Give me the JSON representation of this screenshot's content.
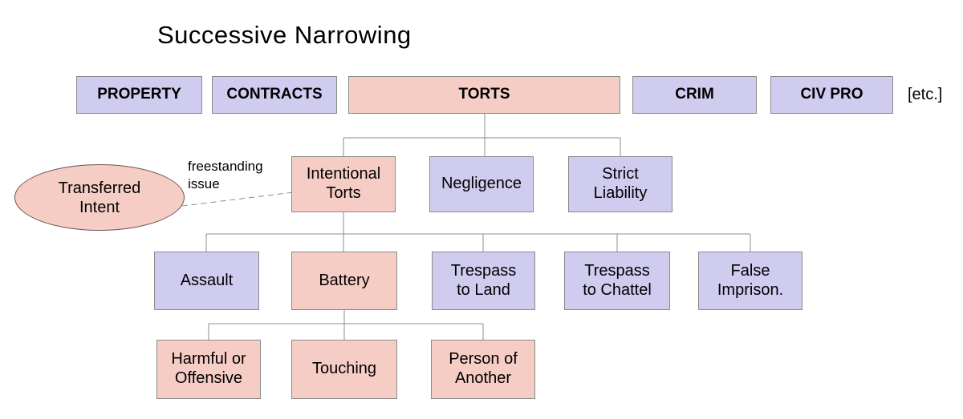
{
  "title": "Successive Narrowing",
  "colors": {
    "pink_fill": "#f6cdc5",
    "lavender_fill": "#d0ccf0",
    "box_border": "#8a8a8a",
    "ellipse_border": "#6e5353",
    "connector_line": "#8c8c8c",
    "text": "#000000",
    "background": "#ffffff"
  },
  "level1": {
    "suffix": "[etc.]",
    "items": [
      {
        "label": "PROPERTY",
        "variant": "lavender"
      },
      {
        "label": "CONTRACTS",
        "variant": "lavender"
      },
      {
        "label": "TORTS",
        "variant": "pink"
      },
      {
        "label": "CRIM",
        "variant": "lavender"
      },
      {
        "label": "CIV PRO",
        "variant": "lavender"
      }
    ]
  },
  "level2": {
    "parent": "TORTS",
    "items": [
      {
        "label": "Intentional\nTorts",
        "variant": "pink"
      },
      {
        "label": "Negligence",
        "variant": "lavender"
      },
      {
        "label": "Strict\nLiability",
        "variant": "lavender"
      }
    ]
  },
  "level3": {
    "parent": "Intentional Torts",
    "items": [
      {
        "label": "Assault",
        "variant": "lavender"
      },
      {
        "label": "Battery",
        "variant": "pink"
      },
      {
        "label": "Trespass\nto Land",
        "variant": "lavender"
      },
      {
        "label": "Trespass\nto Chattel",
        "variant": "lavender"
      },
      {
        "label": "False\nImprison.",
        "variant": "lavender"
      }
    ]
  },
  "level4": {
    "parent": "Battery",
    "items": [
      {
        "label": "Harmful or\nOffensive",
        "variant": "pink"
      },
      {
        "label": "Touching",
        "variant": "pink"
      },
      {
        "label": "Person of\nAnother",
        "variant": "pink"
      }
    ]
  },
  "callout": {
    "label": "Transferred\nIntent",
    "note": "freestanding\nissue",
    "target": "Intentional Torts",
    "shape": "ellipse",
    "variant": "pink"
  }
}
